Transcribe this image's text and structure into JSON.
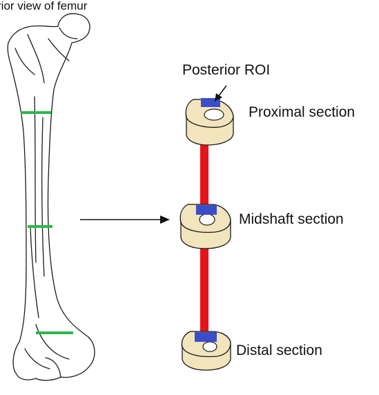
{
  "header": {
    "title_fragment": "rior view of femur"
  },
  "labels": {
    "posterior_roi": "Posterior ROI",
    "proximal": "Proximal section",
    "midshaft": "Midshaft section",
    "distal": "Distal section"
  },
  "colors": {
    "section_line": "#2db84a",
    "connector": "#e8141b",
    "bone_fill": "#f2e4bd",
    "roi": "#3a4ec9",
    "outline": "#1a1a1a"
  }
}
